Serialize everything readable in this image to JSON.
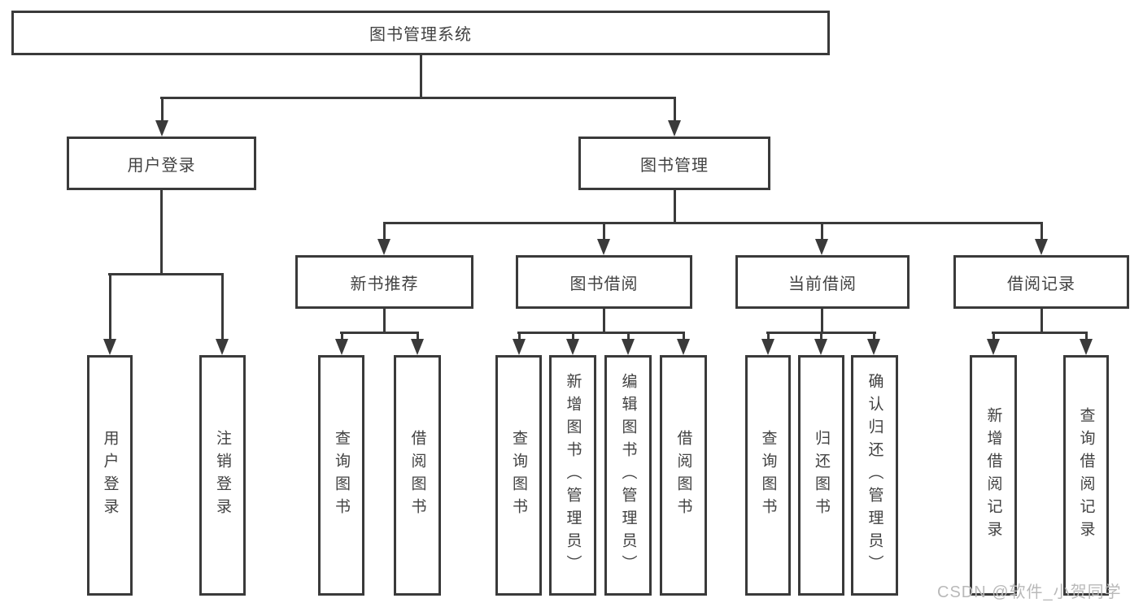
{
  "diagram": {
    "title_node": "图书管理系统",
    "nodes": {
      "root": "图书管理系统",
      "user_login": "用户登录",
      "book_mgmt": "图书管理",
      "new_book_rec": "新书推荐",
      "book_borrow": "图书借阅",
      "current_borrow": "当前借阅",
      "borrow_records": "借阅记录",
      "leaf_user_login": "用户登录",
      "leaf_logout": "注销登录",
      "rec_query_book": "查询图书",
      "rec_borrow_book": "借阅图书",
      "bor_query_book": "查询图书",
      "bor_add_book": "新增图书（管理员）",
      "bor_edit_book": "编辑图书（管理员）",
      "bor_borrow_book": "借阅图书",
      "cur_query_book": "查询图书",
      "cur_return_book": "归还图书",
      "cur_confirm_return": "确认归还（管理员）",
      "hist_add_record": "新增借阅记录",
      "hist_query_record": "查询借阅记录"
    },
    "colors": {
      "line": "#3a3a3a",
      "text": "#424242",
      "background": "#ffffff",
      "watermark": "#b9b9b9"
    }
  },
  "watermark": {
    "text": "CSDN @软件_小贺同学"
  }
}
